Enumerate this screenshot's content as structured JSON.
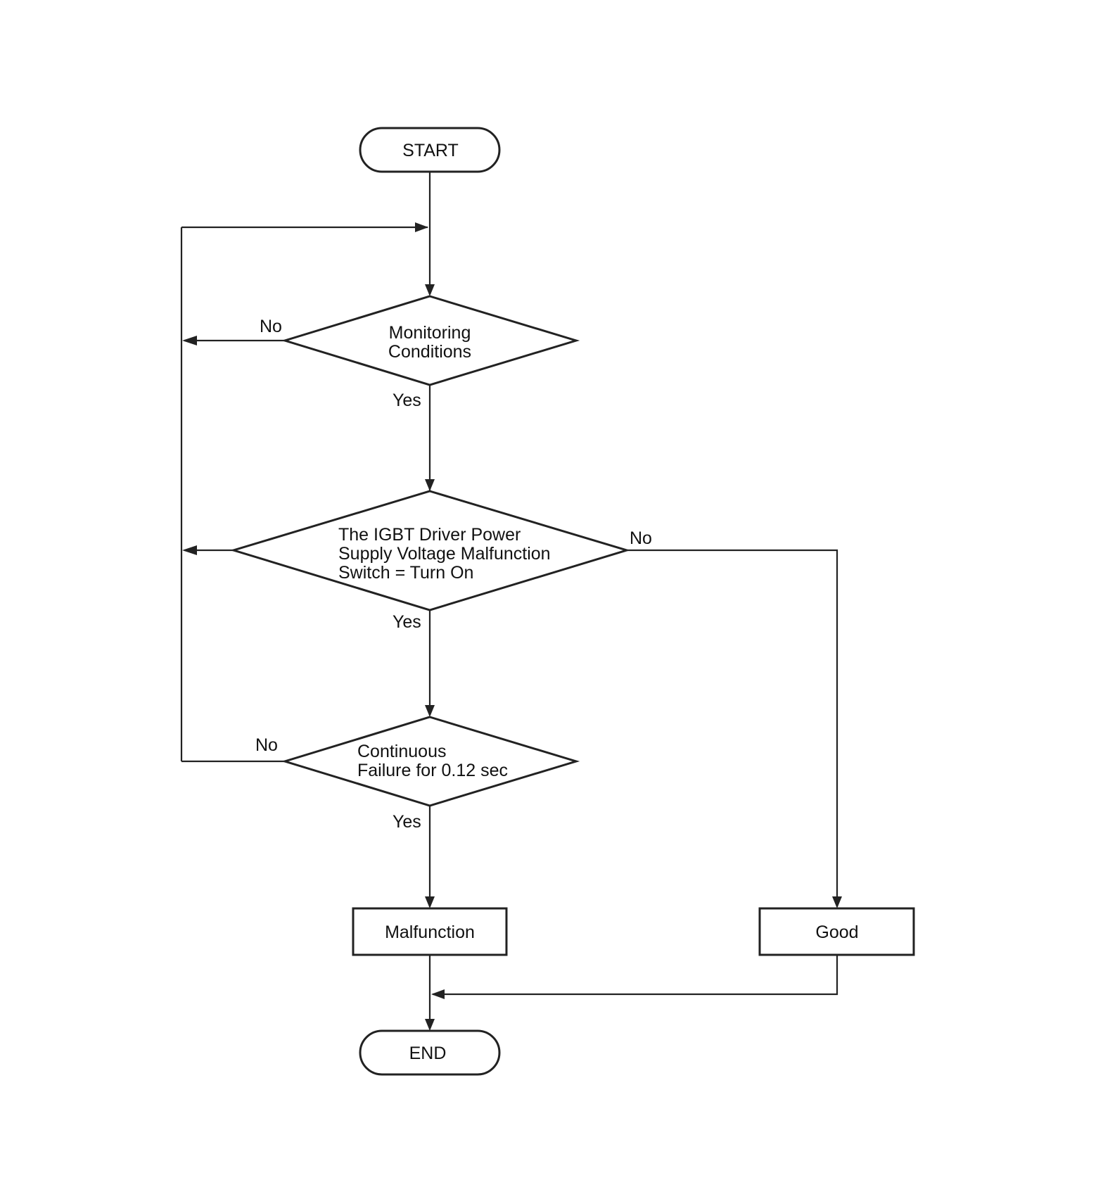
{
  "nodes": {
    "start": "START",
    "monitoring": [
      "Monitoring",
      "Conditions"
    ],
    "igbt": [
      "The IGBT Driver Power",
      "Supply Voltage Malfunction",
      "Switch = Turn On"
    ],
    "continuous": [
      "Continuous",
      "Failure for 0.12 sec"
    ],
    "malfunction": "Malfunction",
    "good": "Good",
    "end": "END"
  },
  "labels": {
    "yes": "Yes",
    "no": "No"
  },
  "colors": {
    "line": "#222222",
    "background": "#ffffff"
  }
}
